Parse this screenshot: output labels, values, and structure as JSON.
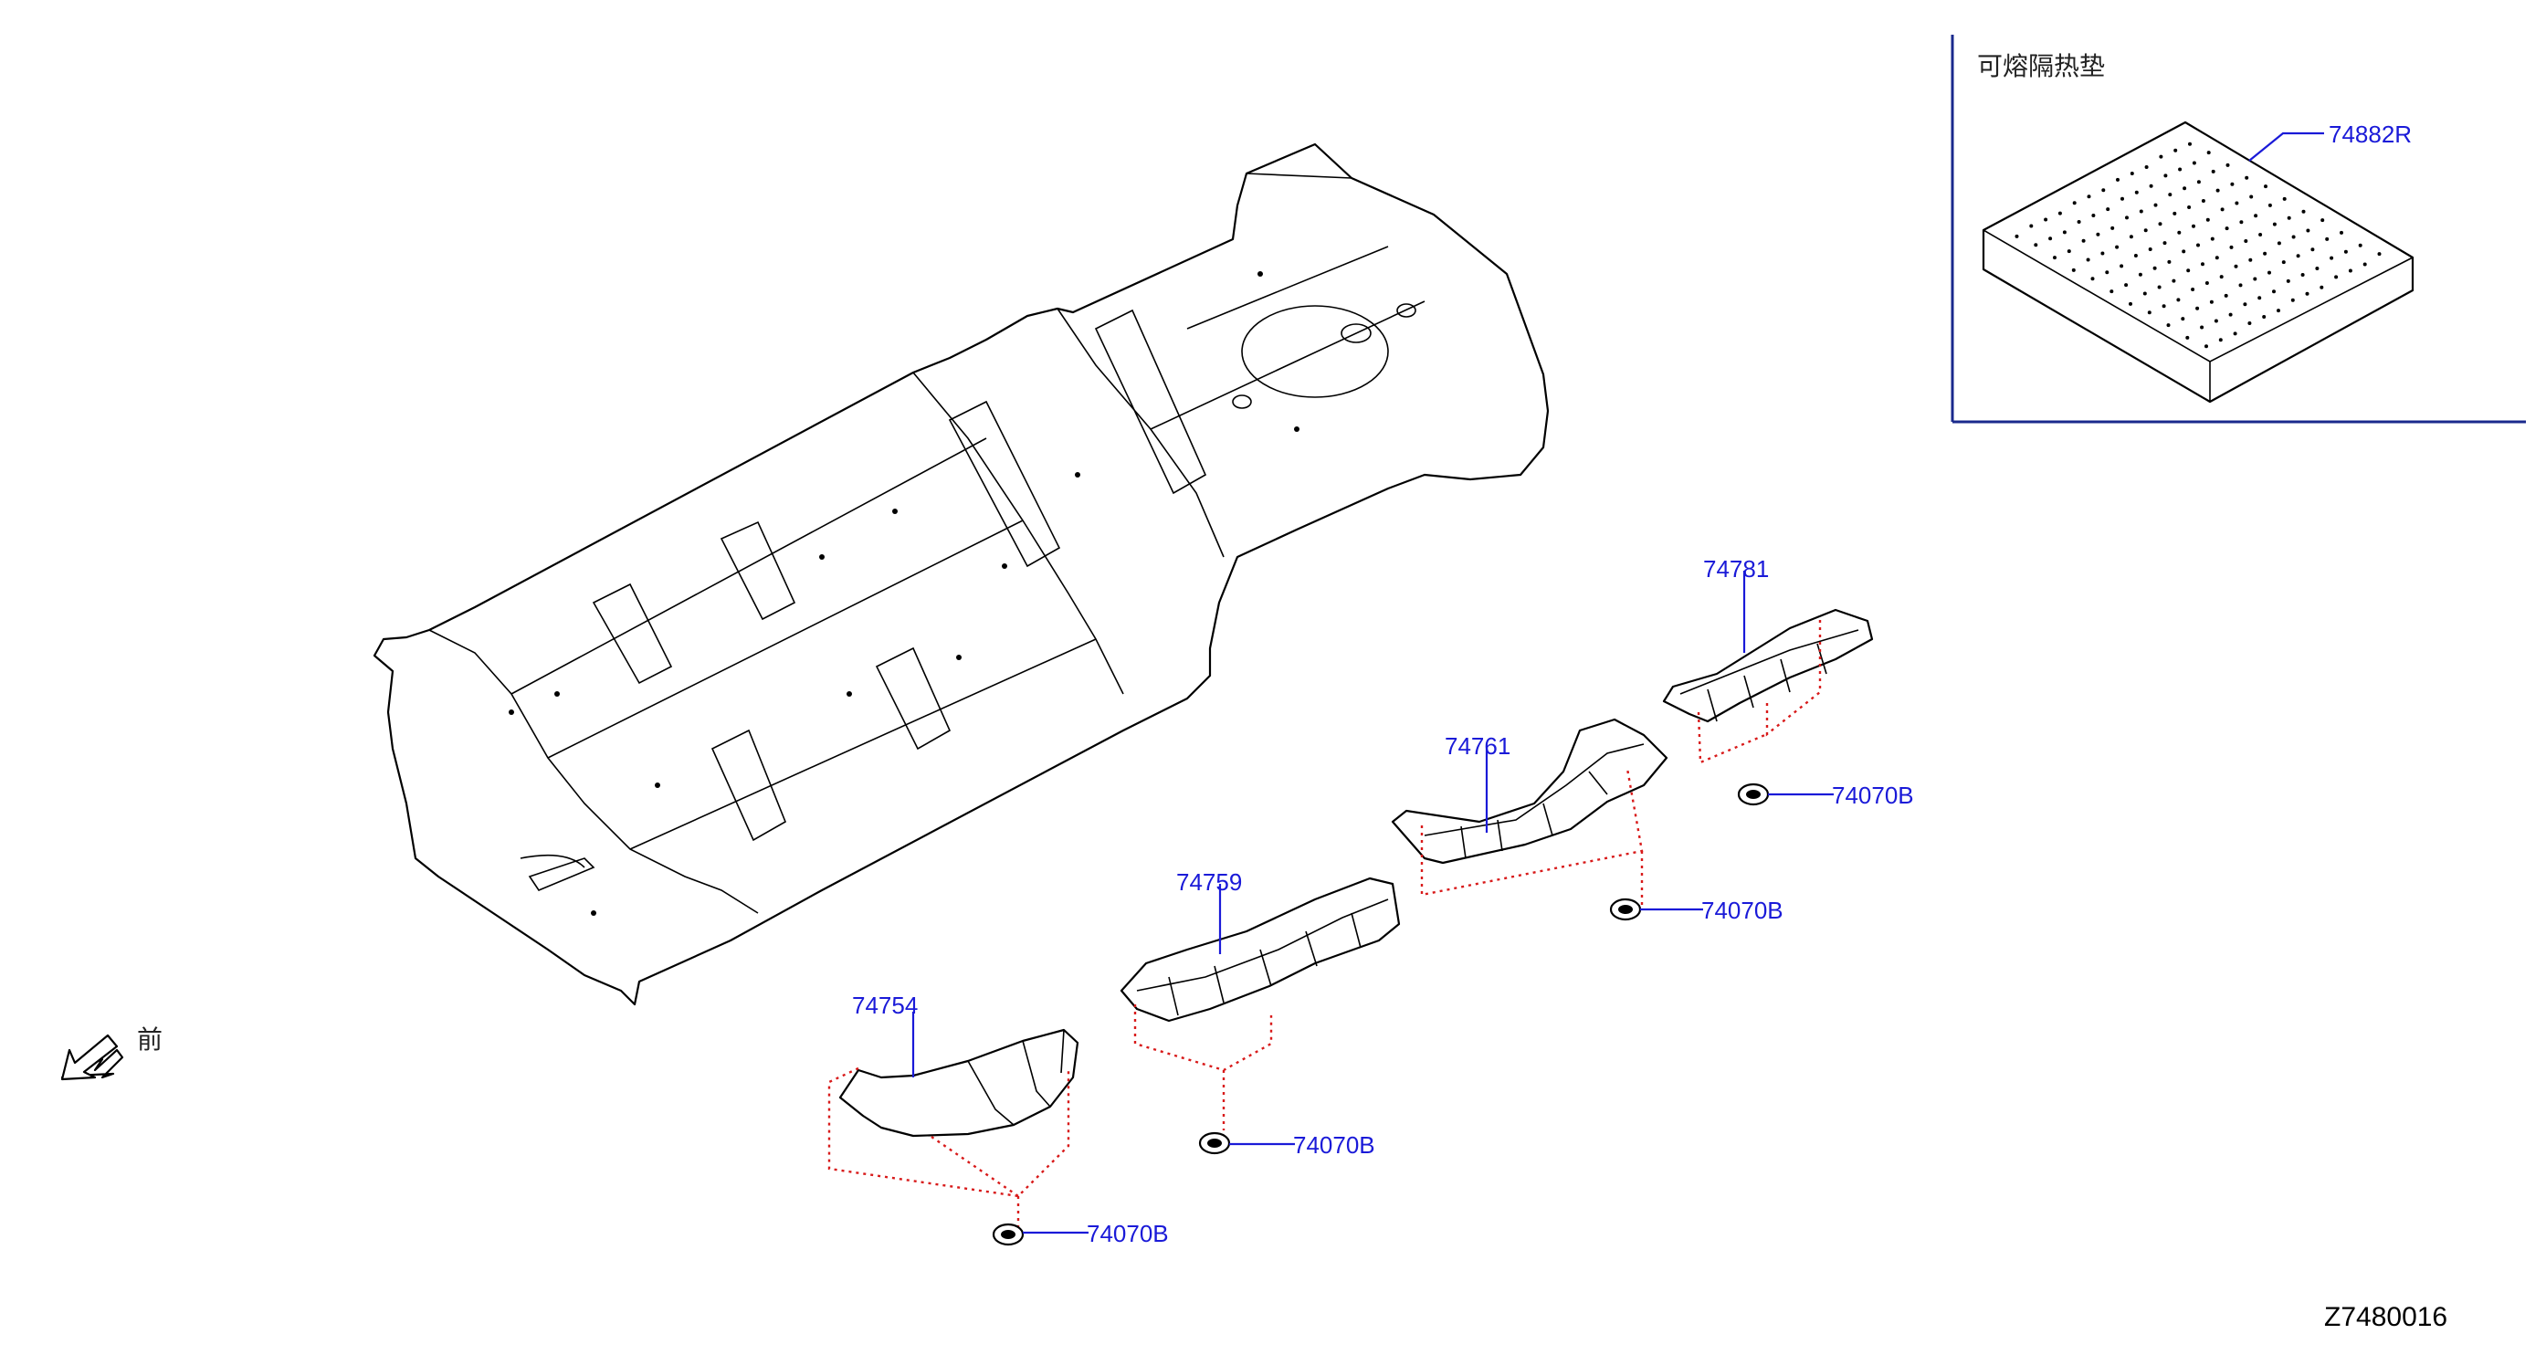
{
  "diagram_code": "Z7480016",
  "front_indicator": {
    "label": "前",
    "icon": "front-arrow-icon"
  },
  "inset": {
    "title": "可熔隔热垫",
    "part": {
      "number": "74882R",
      "icon": "insulator-pad-icon"
    }
  },
  "parts": [
    {
      "number": "74754",
      "icon": "front-heat-insulator-icon"
    },
    {
      "number": "74759",
      "icon": "center-heat-insulator-icon"
    },
    {
      "number": "74761",
      "icon": "rear-center-heat-insulator-icon"
    },
    {
      "number": "74781",
      "icon": "rear-heat-insulator-icon"
    }
  ],
  "clips": [
    {
      "number": "74070B",
      "icon": "clip-icon"
    },
    {
      "number": "74070B",
      "icon": "clip-icon"
    },
    {
      "number": "74070B",
      "icon": "clip-icon"
    },
    {
      "number": "74070B",
      "icon": "clip-icon"
    }
  ],
  "colors": {
    "callout": "#1a1ad8",
    "dashed_link": "#d81a1a",
    "line_art": "#000000",
    "inset_frame": "#1a2a8c"
  }
}
